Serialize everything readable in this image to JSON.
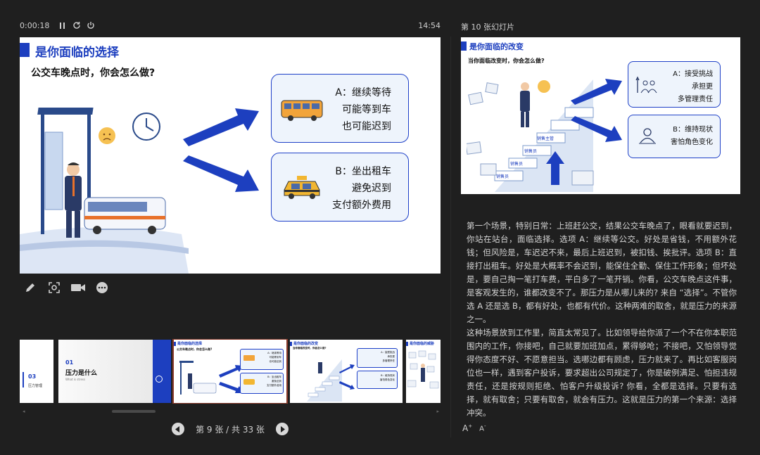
{
  "presenter": {
    "elapsed": "0:00:18",
    "clock": "14:54",
    "next_label": "第 10 张幻灯片",
    "pager_text": "第 9 张 / 共 33 张"
  },
  "current_slide": {
    "title": "是你面临的选择",
    "question": "公交车晚点时，你会怎么做?",
    "option_a": [
      "A：继续等待",
      "可能等到车",
      "也可能迟到"
    ],
    "option_b": [
      "B：坐出租车",
      "避免迟到",
      "支付额外费用"
    ]
  },
  "next_slide": {
    "title": "是你面临的改变",
    "question": "当你面临改变时，你会怎么做?",
    "option_a": [
      "A：接受挑战",
      "承担更",
      "多管理责任"
    ],
    "option_b": [
      "B：维持现状",
      "害怕角色变化"
    ],
    "stair_labels": [
      "销售主管",
      "销售员",
      "销售员",
      "销售员"
    ]
  },
  "notes": [
    "第一个场景，特别日常：上班赶公交，结果公交车晚点了，眼看就要迟到，你站在站台，面临选择。选项 A：继续等公交。好处是省钱，不用额外花钱；但风险是，车迟迟不来，最后上班迟到，被扣钱、挨批评。选项 B：直接打出租车。好处是大概率不会迟到，能保住全勤、保住工作形象；但坏处是，要自己掏一笔打车费，平白多了一笔开销。你看，公交车晚点这件事，是客观发生的，谁都改变不了。那压力是从哪儿来的? 来自 “选择”。不管你选 A 还是选 B，都有好处，也都有代价。这种两难的取舍，就是压力的来源之一。",
    "这种场景放到工作里，简直太常见了。比如领导给你派了一个不在你本职范围内的工作，你接吧，自己就要加班加点，累得够呛；不接吧，又怕领导觉得你态度不好、不愿意担当。选哪边都有顾虑，压力就来了。再比如客服岗位也一样，遇到客户投诉，要求超出公司规定了，你是破例满足、怕担违规责任，还是按规则拒绝、怕客户升级投诉? 你看，全都是选择。只要有选择，就有取舍；只要有取舍，就会有压力。这就是压力的第一个来源：选择冲突。"
  ],
  "thumbnails": [
    {
      "num": "03",
      "label": "压力管理"
    },
    {
      "num": "01",
      "title": "压力是什么",
      "sub": "What is stress"
    },
    {
      "title": "是你面临的选择",
      "q": "公交车晚点时，你会怎么做?",
      "a": [
        "A：继续等待",
        "可能等到车",
        "也可能迟到"
      ],
      "b": [
        "B：坐出租车",
        "避免迟到",
        "支付额外费用"
      ]
    },
    {
      "title": "是你面临的改变",
      "q": "当你面临改变时，你会怎么做?",
      "a": [
        "A：接受挑战",
        "承担更",
        "多管理责任"
      ],
      "b": [
        "B：维持现状",
        "害怕角色变化"
      ]
    },
    {
      "title": "是你面临的威胁"
    }
  ],
  "colors": {
    "accent": "#1d3fbf",
    "background": "#1f1f1f",
    "text": "#d0d0d0"
  }
}
